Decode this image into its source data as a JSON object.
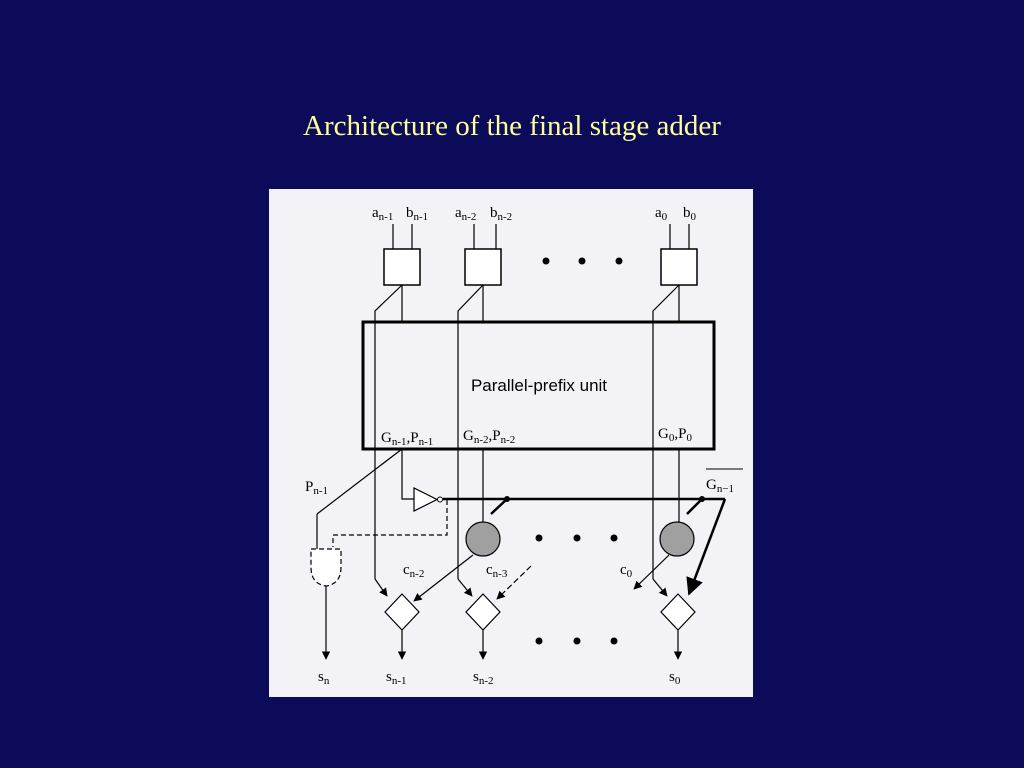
{
  "slide": {
    "title": "Architecture of the final stage adder"
  },
  "diagram": {
    "unit_label": "Parallel-prefix unit",
    "inputs": [
      {
        "a": "a",
        "a_sub": "n-1",
        "b": "b",
        "b_sub": "n-1"
      },
      {
        "a": "a",
        "a_sub": "n-2",
        "b": "b",
        "b_sub": "n-2"
      },
      {
        "a": "a",
        "a_sub": "0",
        "b": "b",
        "b_sub": "0"
      }
    ],
    "gp_outputs": [
      {
        "g": "G",
        "g_sub": "n-1",
        "sep": ",",
        "p": "P",
        "p_sub": "n-1"
      },
      {
        "g": "G",
        "g_sub": "n-2",
        "sep": ",",
        "p": "P",
        "p_sub": "n-2"
      },
      {
        "g": "G",
        "g_sub": "0",
        "sep": ",",
        "p": "P",
        "p_sub": "0"
      }
    ],
    "p_label": {
      "main": "P",
      "sub": "n-1"
    },
    "g_bar_label": {
      "main": "G",
      "sub": "n−1"
    },
    "carries": [
      {
        "main": "c",
        "sub": "n-2"
      },
      {
        "main": "c",
        "sub": "n-3"
      },
      {
        "main": "c",
        "sub": "0"
      }
    ],
    "sums": [
      {
        "main": "s",
        "sub": "n"
      },
      {
        "main": "s",
        "sub": "n-1"
      },
      {
        "main": "s",
        "sub": "n-2"
      },
      {
        "main": "s",
        "sub": "0"
      }
    ],
    "colors": {
      "background": "#0b0b5a",
      "title": "#ffff99",
      "panel": "#f3f3f7",
      "gray_cell": "#a0a0a0"
    }
  }
}
